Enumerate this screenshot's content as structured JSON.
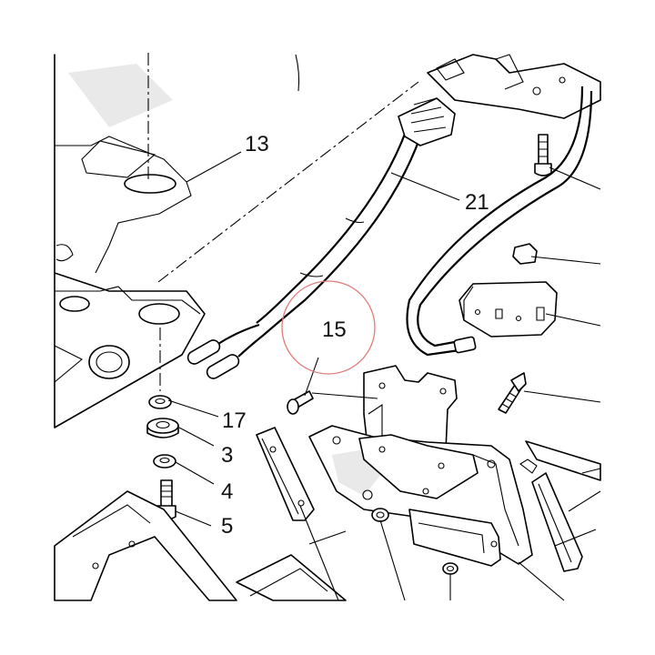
{
  "diagram": {
    "callouts": [
      {
        "id": "13",
        "label": "13"
      },
      {
        "id": "21",
        "label": "21"
      },
      {
        "id": "15",
        "label": "15"
      },
      {
        "id": "17",
        "label": "17"
      },
      {
        "id": "3",
        "label": "3"
      },
      {
        "id": "4",
        "label": "4"
      },
      {
        "id": "5",
        "label": "5"
      }
    ],
    "highlight_color": "#e27a7a",
    "line_color": "#000000"
  }
}
